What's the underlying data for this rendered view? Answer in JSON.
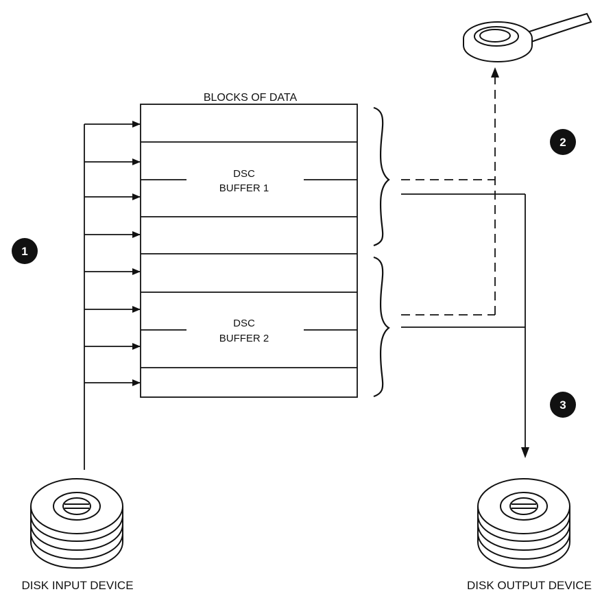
{
  "title": "BLOCKS OF DATA",
  "buffers": [
    {
      "line1": "DSC",
      "line2": "BUFFER 1"
    },
    {
      "line1": "DSC",
      "line2": "BUFFER 2"
    }
  ],
  "markers": [
    "1",
    "2",
    "3"
  ],
  "devices": {
    "input": "DISK INPUT DEVICE",
    "output": "DISK OUTPUT DEVICE"
  },
  "colors": {
    "ink": "#111111",
    "paper": "#ffffff"
  }
}
